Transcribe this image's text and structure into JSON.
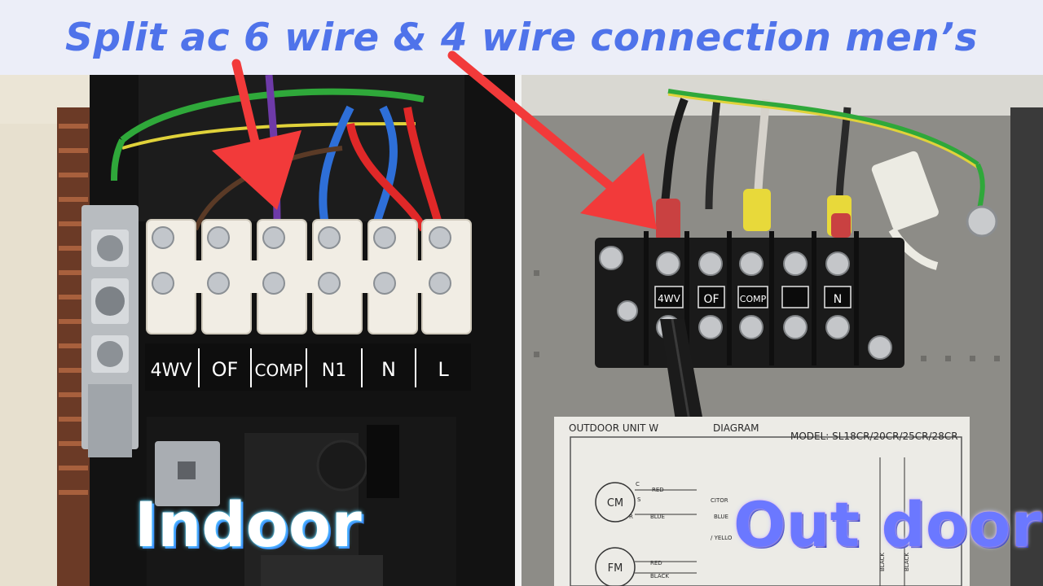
{
  "title": "Split ac 6 wire & 4 wire connection men’s",
  "indoor": {
    "label": "Indoor",
    "terminals": [
      "4WV",
      "OF",
      "COMP",
      "N1",
      "N",
      "L"
    ]
  },
  "outdoor": {
    "label": "Out door",
    "terminals": [
      "4WV",
      "OF",
      "COMP",
      "",
      "N"
    ],
    "diagram_title_left": "OUTDOOR UNIT W",
    "diagram_title_right": "DIAGRAM",
    "model": "MODEL: SL18CR/20CR/25CR/28CR",
    "components": {
      "cm": "CM",
      "fm": "FM",
      "c": "C",
      "s": "S",
      "r": "R"
    },
    "wire_labels": {
      "red": "RED",
      "blue": "BLUE",
      "red2": "RED",
      "black": "BLACK",
      "blue_right": "BLUE",
      "capacitor": "CITOR",
      "yellow": "/ YELLO",
      "black_v1": "BLACK",
      "black_v2": "BLACK"
    }
  },
  "colors": {
    "title": "#4f73ea",
    "arrow": "#f23a3a",
    "indoor_label": "#ffffff",
    "outdoor_label": "#6b78ff"
  }
}
